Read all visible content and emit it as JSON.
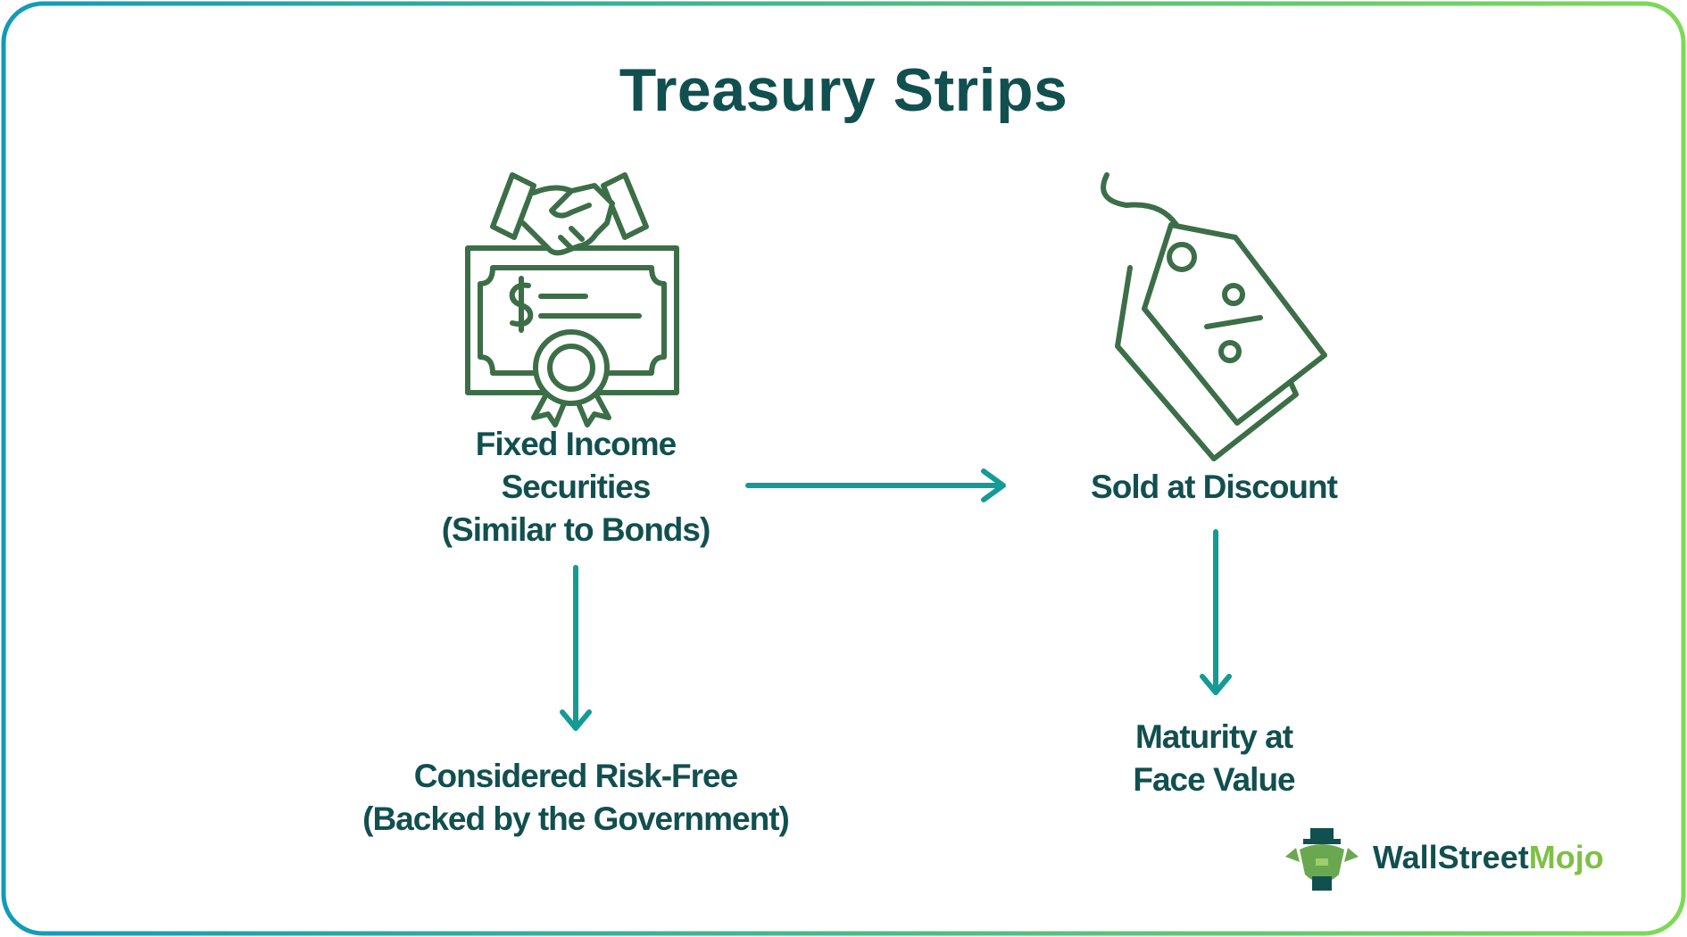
{
  "title": "Treasury Strips",
  "nodes": {
    "fixed_income": {
      "lines": [
        "Fixed Income",
        "Securities",
        "(Similar to Bonds)"
      ],
      "icon": "handshake-certificate-icon"
    },
    "sold_discount": {
      "lines": [
        "Sold at Discount"
      ],
      "icon": "discount-price-tag-icon"
    },
    "risk_free": {
      "lines": [
        "Considered Risk-Free",
        "(Backed by the Government)"
      ]
    },
    "maturity": {
      "lines": [
        "Maturity at",
        "Face Value"
      ]
    }
  },
  "brand": {
    "part1": "WallStreet",
    "part2": "Mojo",
    "icon": "mascot-logo-icon"
  },
  "colors": {
    "title": "#124f4f",
    "icon": "#3c6e47",
    "arrow": "#149b96",
    "border_start": "#139ab8",
    "border_end": "#7ed957",
    "brand_accent": "#7dc143"
  }
}
